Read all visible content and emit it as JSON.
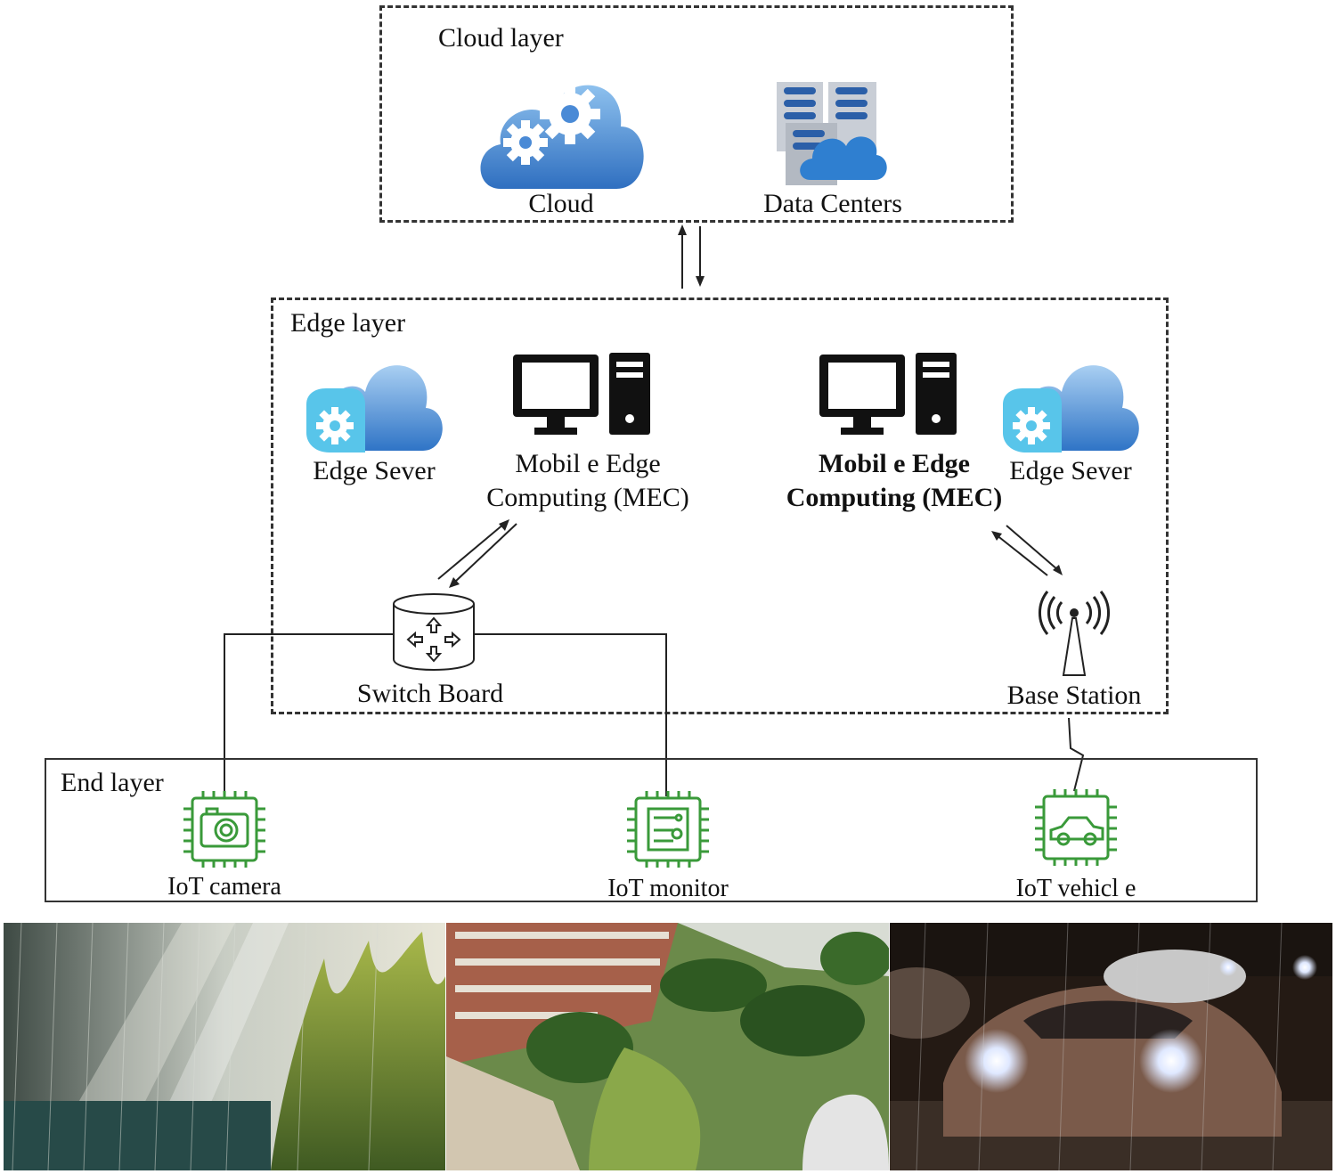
{
  "cloud_layer": {
    "title": "Cloud layer",
    "cloud_label": "Cloud",
    "datacenter_label": "Data Centers"
  },
  "edge_layer": {
    "title": "Edge layer",
    "edge_server_left_label": "Edge Sever",
    "mec_left_line1": "Mobil e Edge",
    "mec_left_line2": "Computing (MEC)",
    "mec_right_line1": "Mobil e Edge",
    "mec_right_line2": "Computing (MEC)",
    "edge_server_right_label": "Edge Sever",
    "switch_label": "Switch Board",
    "base_station_label": "Base Station"
  },
  "end_layer": {
    "title": "End layer",
    "camera_label": "IoT camera",
    "monitor_label": "IoT monitor",
    "vehicle_label": "IoT vehicl e"
  },
  "colors": {
    "cloud_blue": "#3f7fcf",
    "cloud_light": "#7fb8ec",
    "gear_teal": "#5cc6e8",
    "iot_green": "#3a9a3a",
    "line": "#222222"
  }
}
